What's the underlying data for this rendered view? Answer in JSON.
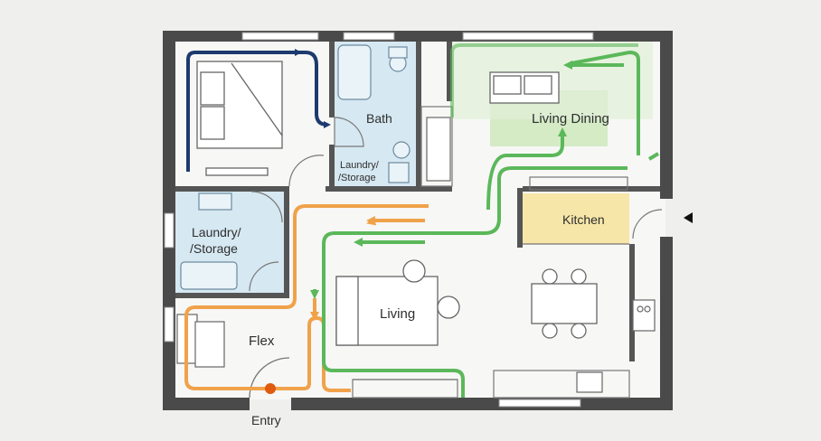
{
  "rooms": {
    "bath": "Bath",
    "laundry_upper": "Laundry/\n/Storage",
    "laundry_lower": "Laundry/\n/Storage",
    "living_dining": "Living Dining",
    "kitchen": "Kitchen",
    "living": "Living",
    "flex": "Flex",
    "entry": "Entry"
  },
  "colors": {
    "wall": "#4a4a4a",
    "bedroom_path": "#1d3a6e",
    "orange_path": "#f0a24a",
    "green_path": "#5bb85a",
    "wet_area": "#d6e8f2",
    "kitchen_fill": "#f6e6a8",
    "living_dining_fill": "#d4ebc6",
    "entry_marker": "#e05a10"
  },
  "icons": [
    "entry-arrow-icon"
  ]
}
